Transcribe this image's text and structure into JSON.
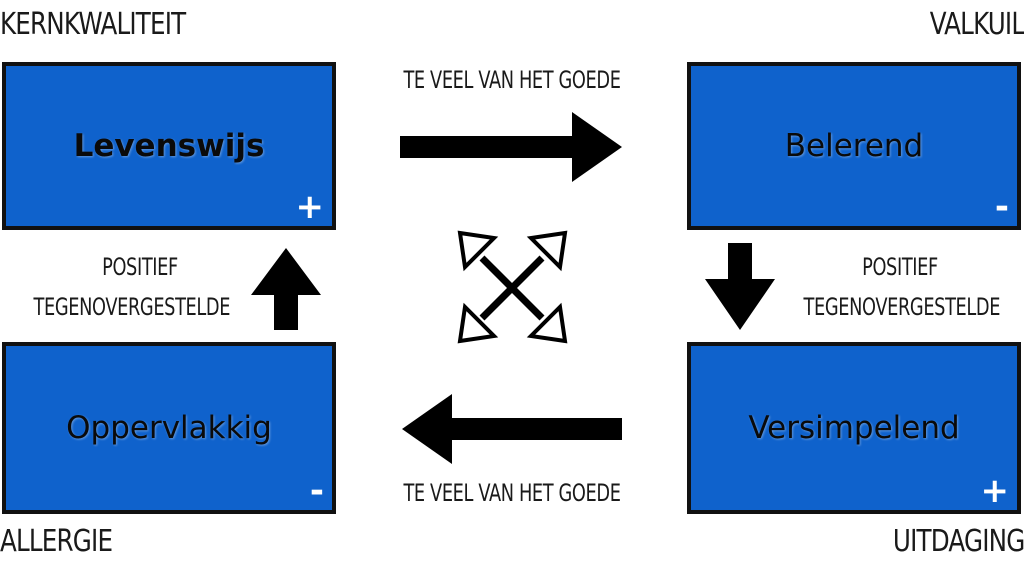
{
  "corners": {
    "top_left": "KERNKWALITEIT",
    "top_right": "VALKUIL",
    "bottom_left": "ALLERGIE",
    "bottom_right": "UITDAGING"
  },
  "boxes": {
    "top_left": {
      "label": "Levenswijs",
      "sign": "+"
    },
    "top_right": {
      "label": "Belerend",
      "sign": "-"
    },
    "bottom_left": {
      "label": "Oppervlakkig",
      "sign": "-"
    },
    "bottom_right": {
      "label": "Versimpelend",
      "sign": "+"
    }
  },
  "captions": {
    "top_arrow": "TE VEEL VAN HET GOEDE",
    "bottom_arrow": "TE VEEL VAN HET GOEDE",
    "left_arrow_line1": "POSITIEF",
    "left_arrow_line2": "TEGENOVERGESTELDE",
    "right_arrow_line1": "POSITIEF",
    "right_arrow_line2": "TEGENOVERGESTELDE"
  },
  "colors": {
    "box_fill": "#0f62cc",
    "arrow": "#000000"
  }
}
